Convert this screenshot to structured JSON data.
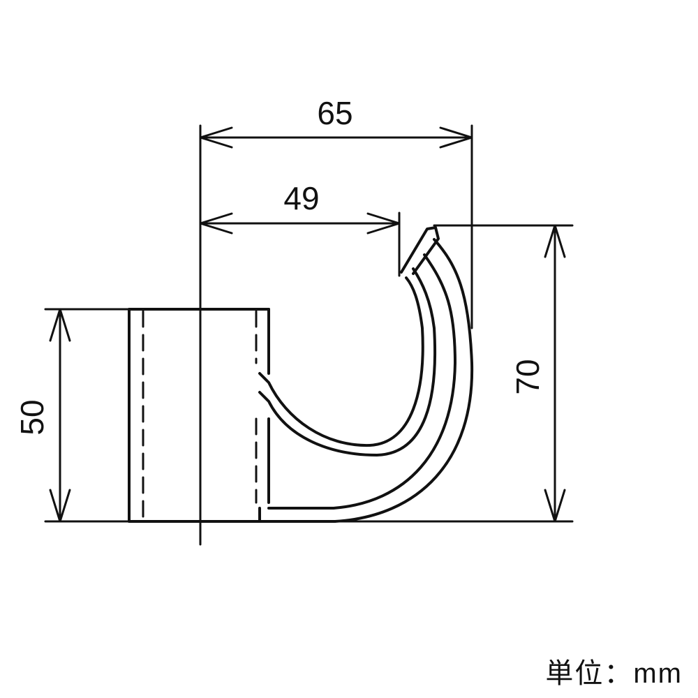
{
  "dimensions": {
    "overall_width": "65",
    "inner_width": "49",
    "height": "70",
    "base_height": "50"
  },
  "unit_label": "単位：mm",
  "colors": {
    "line": "#111111",
    "background": "#ffffff"
  }
}
